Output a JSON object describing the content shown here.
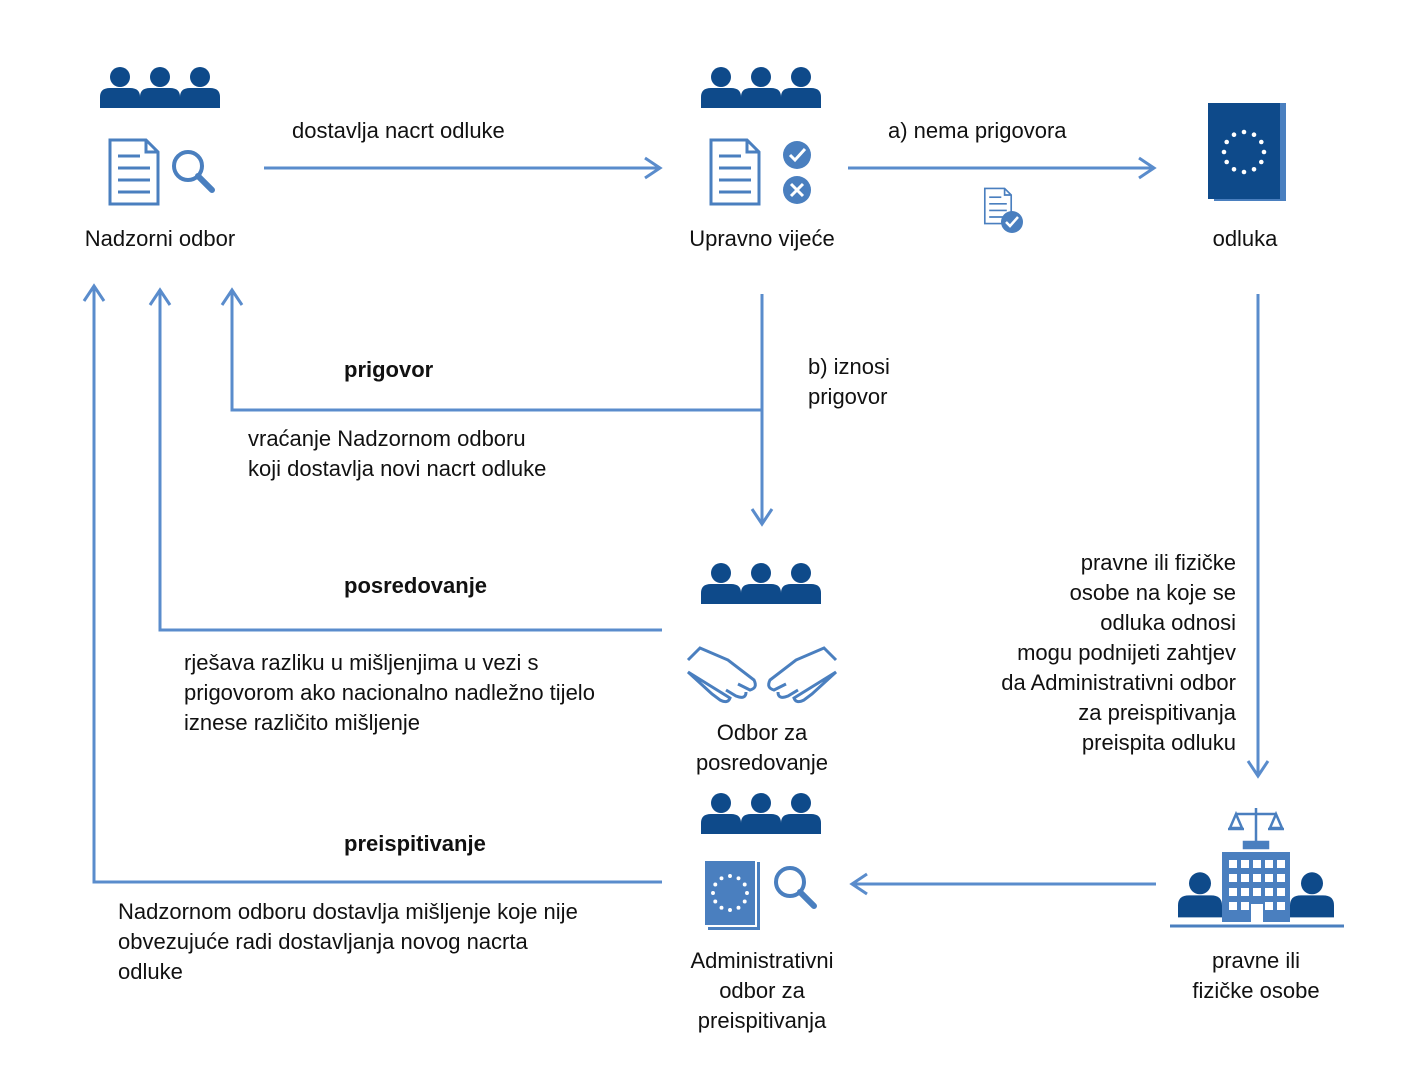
{
  "nodes": {
    "supervisory_board": "Nadzorni odbor",
    "governing_council": "Upravno vijeće",
    "decision": "odluka",
    "mediation_panel": "Odbor za\nposredovanje",
    "administrative_board": "Administrativni\nodbor za\npreispitivanja",
    "persons": "pravne ili\nfizičke osobe"
  },
  "flows": {
    "submits_draft": "dostavlja nacrt odluke",
    "no_objection": "a) nema prigovora",
    "raises_objection": "b) iznosi\nprigovor",
    "objection_title": "prigovor",
    "objection_text": "vraćanje Nadzornom odboru\nkoji dostavlja novi nacrt odluke",
    "mediation_title": "posredovanje",
    "mediation_text": "rješava razliku u mišljenjima u vezi s\nprigovorom ako nacionalno nadležno tijelo\niznese različito mišljenje",
    "review_title": "preispitivanje",
    "review_text": "Nadzornom odboru dostavlja mišljenje koje nije\nobvezujuće radi dostavljanja novog nacrta\nodluke",
    "request_review": "pravne ili fizičke\nosobe na koje se\nodluka odnosi\nmogu podnijeti zahtjev\nda Administrativni odbor\nza preispitivanja\npreispita odluku"
  },
  "colors": {
    "dark_blue": "#0e4a8a",
    "mid_blue": "#4a7fbf",
    "line_blue": "#5a8ccc",
    "star_yellow": "#ffffff"
  }
}
